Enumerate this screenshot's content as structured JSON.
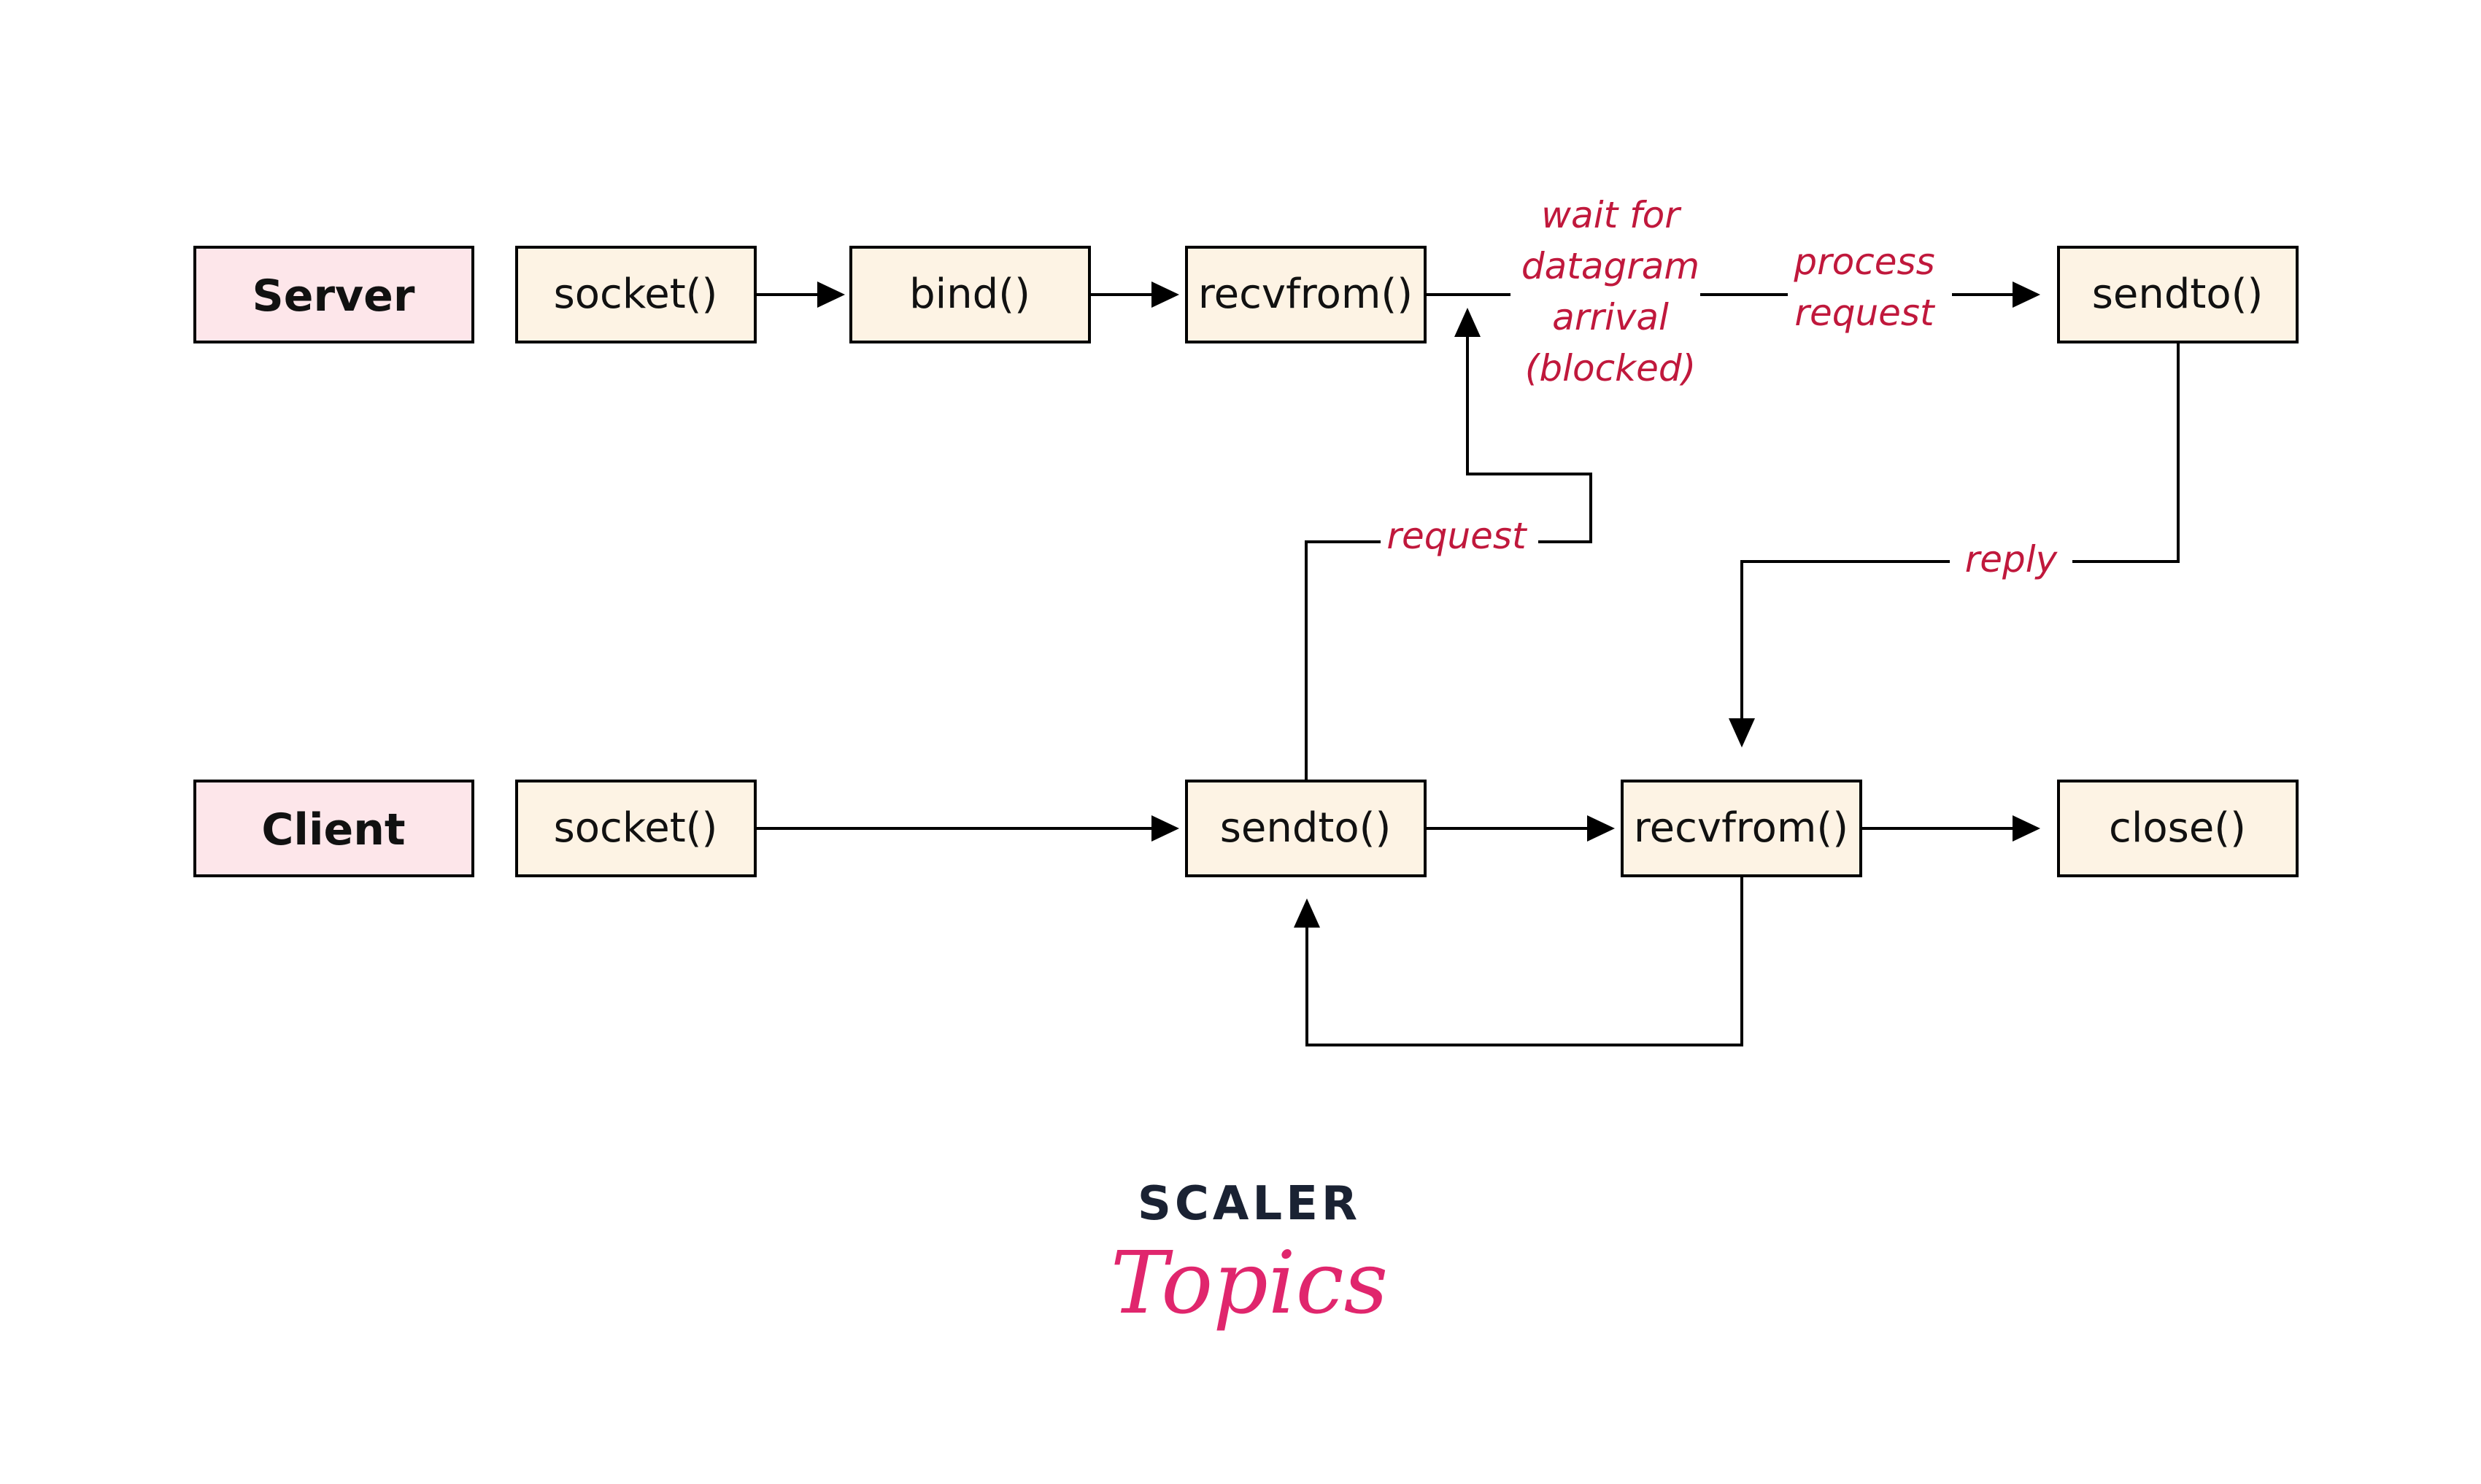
{
  "colors": {
    "role_fill": "#fde6ea",
    "function_fill": "#fdf3e4",
    "annotation_text": "#c0183c",
    "line": "#000000",
    "logo_dark": "#1a2233",
    "logo_pink": "#e0266d"
  },
  "server": {
    "label": "Server",
    "steps": {
      "socket": "socket()",
      "bind": "bind()",
      "recvfrom": "recvfrom()",
      "sendto": "sendto()"
    }
  },
  "client": {
    "label": "Client",
    "steps": {
      "socket": "socket()",
      "sendto": "sendto()",
      "recvfrom": "recvfrom()",
      "close": "close()"
    }
  },
  "annotations": {
    "wait_lines": [
      "wait for",
      "datagram",
      "arrival",
      "(blocked)"
    ],
    "process_lines": [
      "process",
      "request"
    ],
    "request": "request",
    "reply": "reply"
  },
  "logo": {
    "top": "SCALER",
    "bottom": "Topics"
  }
}
